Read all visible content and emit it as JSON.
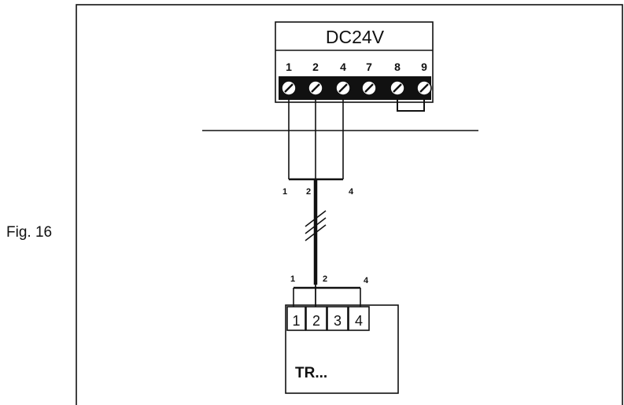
{
  "figure": {
    "caption": "Fig. 16"
  },
  "power_block": {
    "label": "DC24V",
    "terminals": [
      "1",
      "2",
      "4",
      "7",
      "8",
      "9"
    ]
  },
  "cable": {
    "top_labels": [
      "1",
      "2",
      "4"
    ],
    "bottom_labels": [
      "1",
      "2",
      "4"
    ]
  },
  "device": {
    "label": "TR...",
    "terminals": [
      "1",
      "2",
      "3",
      "4"
    ]
  },
  "colors": {
    "line": "#111111",
    "background": "#ffffff"
  }
}
